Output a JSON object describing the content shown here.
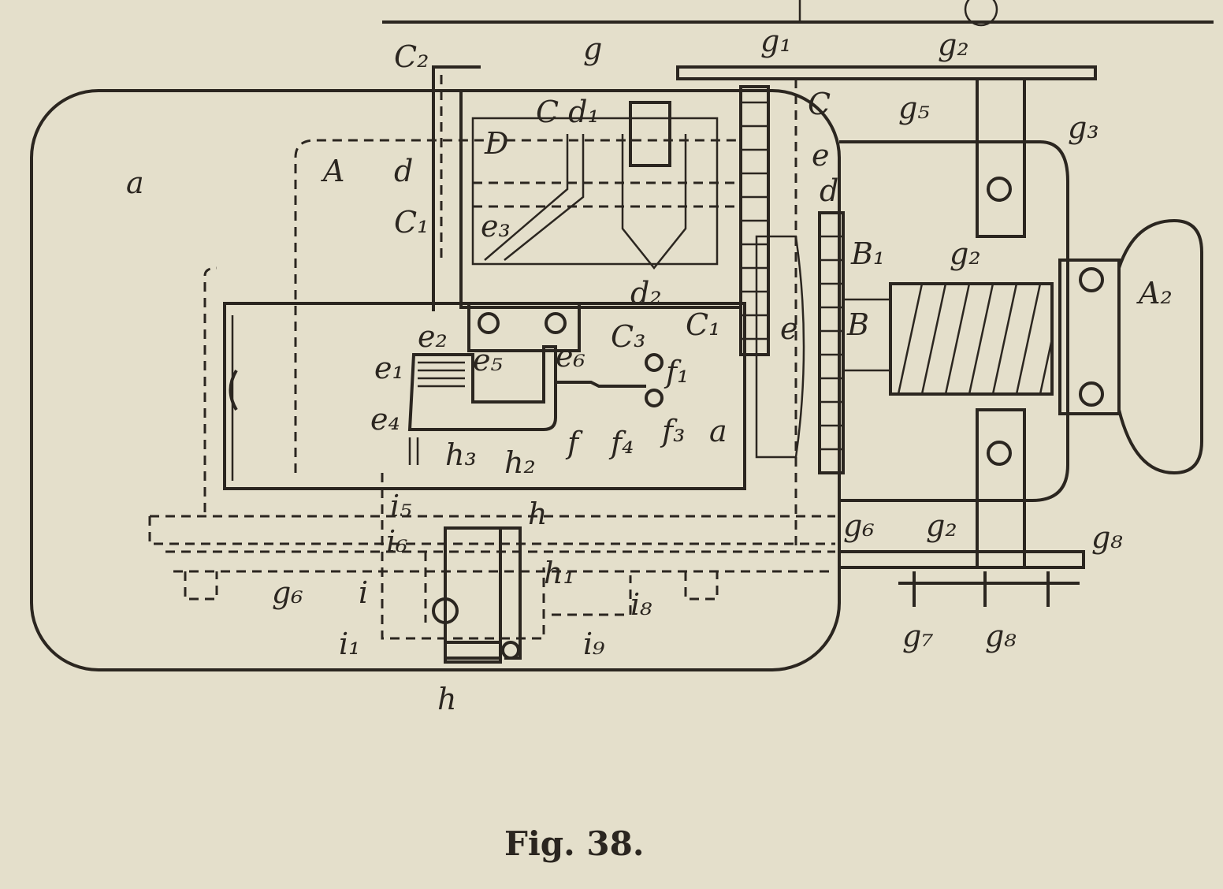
{
  "caption": "Fig. 38.",
  "labels": {
    "a_left": "a",
    "A": "A",
    "d_top": "d",
    "C2": "C₂",
    "C1": "C₁",
    "e3": "e₃",
    "D": "D",
    "C_d1": "C d₁",
    "g": "g",
    "g1": "g₁",
    "g2_top": "g₂",
    "C": "C",
    "g5": "g₅",
    "g3": "g₃",
    "e_top": "e",
    "d_right": "d",
    "B1": "B₁",
    "B": "B",
    "A2": "A₂",
    "g2_mid": "g₂",
    "d2": "d₂",
    "e2": "e₂",
    "e5": "e₅",
    "e6": "e₆",
    "C3": "C₃",
    "C1b": "C₁",
    "e_mid": "e",
    "e1": "e₁",
    "e4": "e₄",
    "f1": "f₁",
    "f": "f",
    "f4": "f₄",
    "f3": "f₃",
    "a_mid": "a",
    "h3": "h₃",
    "h2": "h₂",
    "i5": "i₅",
    "h_mid": "h",
    "i6": "i₆",
    "g6_left": "g₆",
    "i": "i",
    "h1": "h₁",
    "i8": "i₈",
    "i1": "i₁",
    "i9": "i₉",
    "h_bottom": "h",
    "g6_right": "g₆",
    "g2_low": "g₂",
    "g8_top": "g₈",
    "g7": "g₇",
    "g8_bottom": "g₈"
  }
}
